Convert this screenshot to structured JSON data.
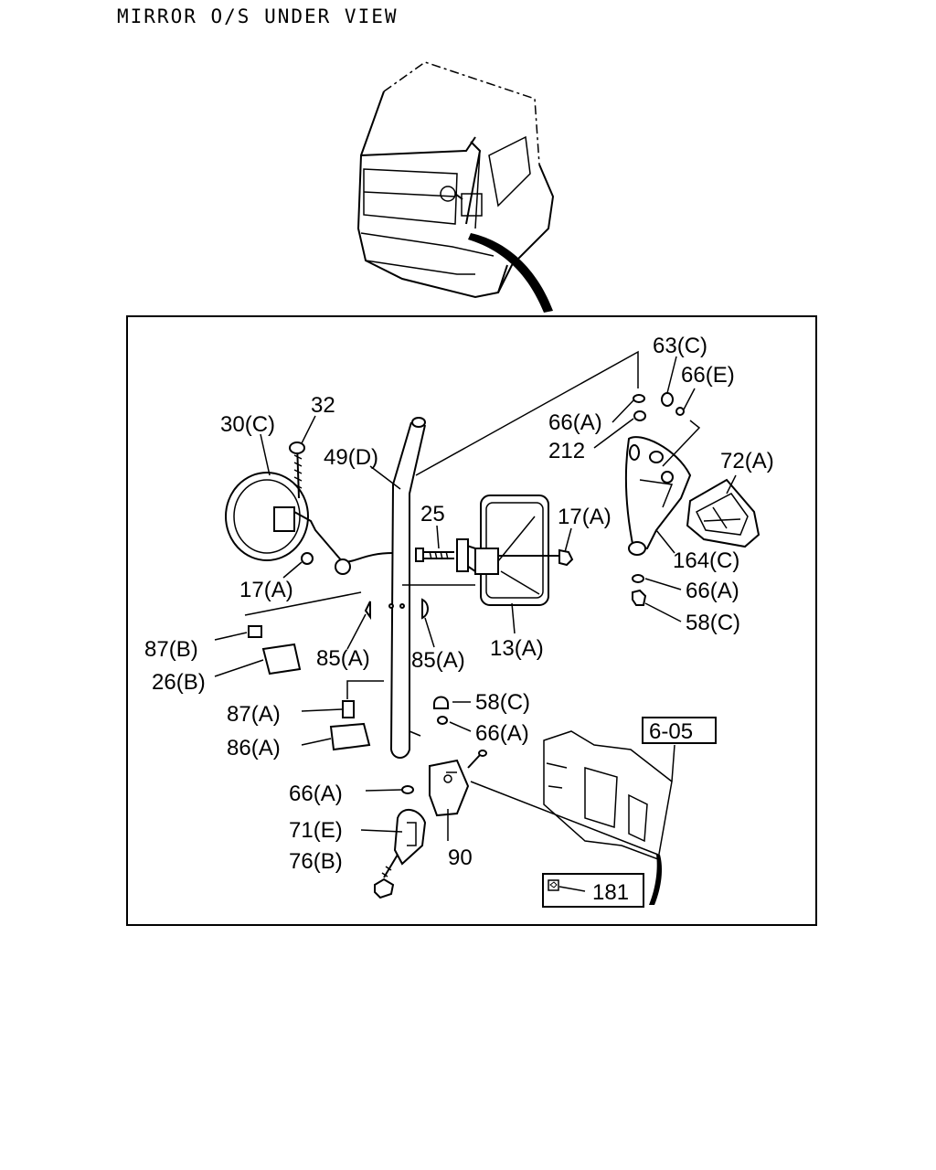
{
  "title": "MIRROR O/S UNDER VIEW",
  "callouts": {
    "c63c": "63(C)",
    "c66e": "66(E)",
    "c66a_top": "66(A)",
    "c212": "212",
    "c72a": "72(A)",
    "c164c": "164(C)",
    "c66a_right": "66(A)",
    "c58c_right": "58(C)",
    "c32": "32",
    "c30c": "30(C)",
    "c49d": "49(D)",
    "c25": "25",
    "c17a_right": "17(A)",
    "c17a_left": "17(A)",
    "c87b": "87(B)",
    "c26b": "26(B)",
    "c85a_left": "85(A)",
    "c85a_right": "85(A)",
    "c13a": "13(A)",
    "c87a": "87(A)",
    "c86a": "86(A)",
    "c58c_mid": "58(C)",
    "c66a_mid": "66(A)",
    "c605": "6-05",
    "c66a_low": "66(A)",
    "c71e": "71(E)",
    "c76b": "76(B)",
    "c90": "90",
    "c181": "181"
  }
}
